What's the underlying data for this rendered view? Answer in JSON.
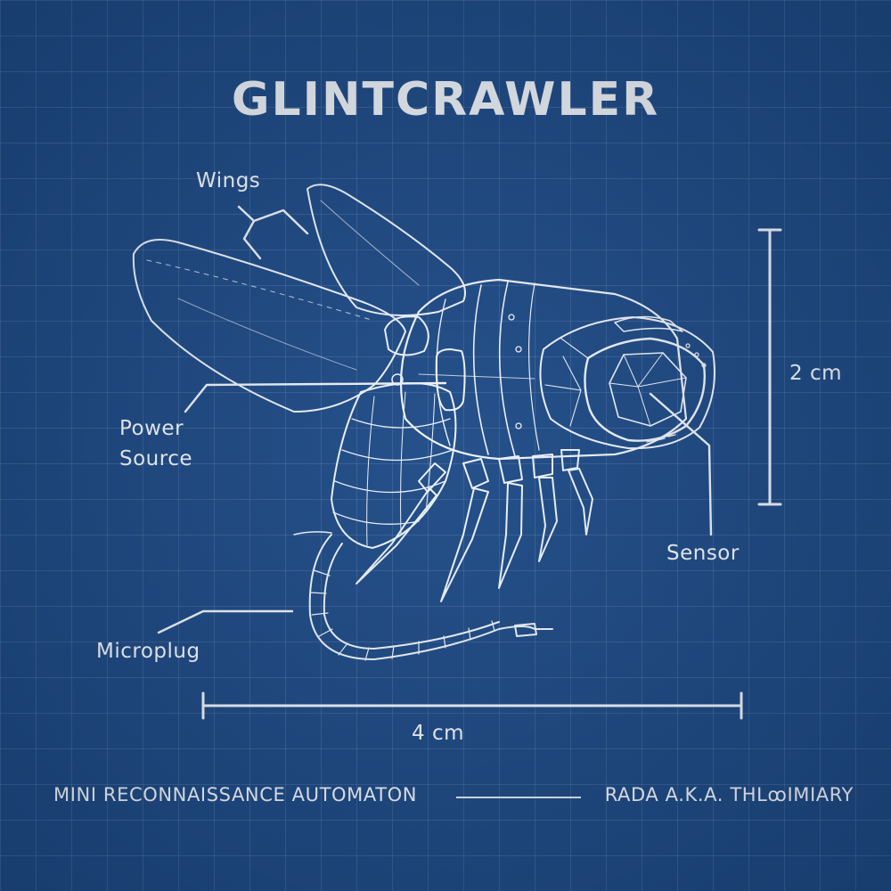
{
  "title": "GLINTCRAWLER",
  "callouts": {
    "wings": "Wings",
    "power_source_line1": "Power",
    "power_source_line2": "Source",
    "sensor": "Sensor",
    "microplug": "Microplug"
  },
  "dimensions": {
    "height": "2 cm",
    "width": "4 cm"
  },
  "footer": {
    "subtitle": "MINI RECONNAISSANCE AUTOMATON",
    "credit": "RADA A.K.A. THLꝏIMIARY"
  },
  "colors": {
    "background": "#1d4a86",
    "line": "#eef3fb"
  }
}
